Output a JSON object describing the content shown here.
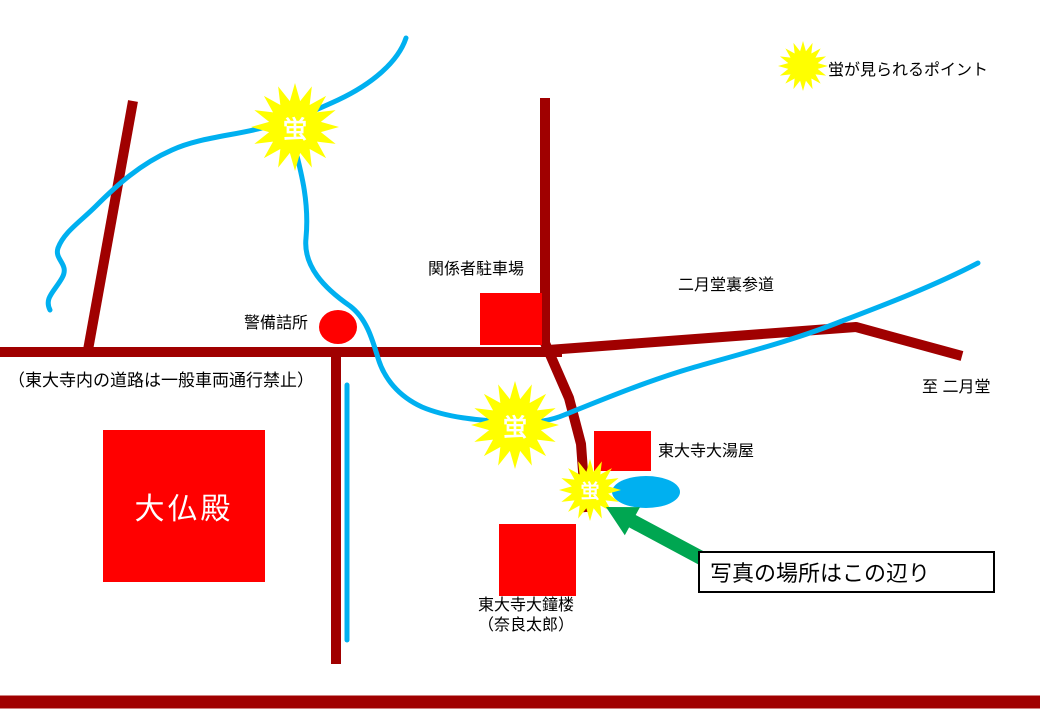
{
  "legend": {
    "label": "蛍が見られるポイント"
  },
  "firefly_char": "蛍",
  "labels": {
    "parking": "関係者駐車場",
    "nigatsudo_ura_sando": "二月堂裏参道",
    "guard_post": "警備詰所",
    "road_note": "（東大寺内の道路は一般車両通行禁止）",
    "to_nigatsudo": "至 二月堂",
    "oyuya": "東大寺大湯屋",
    "daibutsuden": "大仏殿",
    "bell_tower_line1": "東大寺大鐘楼",
    "bell_tower_line2": "（奈良太郎）",
    "photo_location": "写真の場所はこの辺り"
  },
  "colors": {
    "road": "#a00000",
    "river": "#00b0f0",
    "building": "#ff0000",
    "firefly_marker": "#ffff00",
    "arrow": "#00a651",
    "text": "#000000"
  }
}
